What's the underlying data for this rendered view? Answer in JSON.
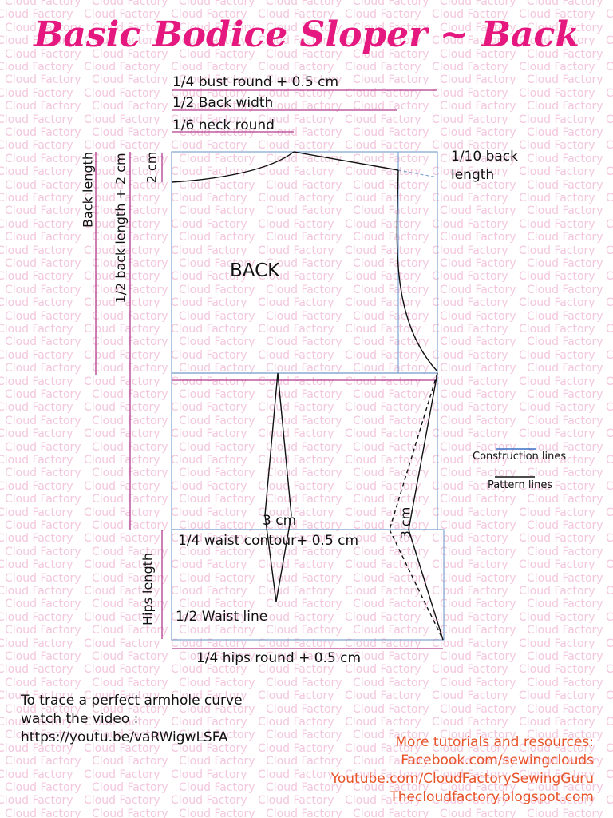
{
  "watermark": "Cloud Factory",
  "title": "Basic Bodice Sloper ~ Back",
  "labels": {
    "bust": "1/4 bust round + 0.5 cm",
    "back_width": "1/2 Back width",
    "neck": "1/6 neck round",
    "back_length_tenth": "1/10 back",
    "back_length_tenth_2": "length",
    "back": "BACK",
    "two_cm": "2 cm",
    "back_length": "Back length",
    "half_back_length": "1/2  back length + 2 cm",
    "dart_3cm_a": "3 cm",
    "dart_3cm_b": "3 cm",
    "waist_contour": "1/4 waist contour+ 0.5 cm",
    "half_waist_line": "1/2 Waist line",
    "hips_length": "Hips length",
    "hips_round": "1/4 hips round + 0.5 cm"
  },
  "legend": {
    "construction": "Construction lines",
    "pattern": "Pattern lines",
    "construction_color": "#3a6fc4",
    "pattern_color": "#111111"
  },
  "colors": {
    "measure": "#b23c8e",
    "construction": "#7fa3cf",
    "pattern": "#111111",
    "title": "#e5187f",
    "links": "#e8542a"
  },
  "note": {
    "line1": "To trace a perfect armhole curve",
    "line2": "watch the video :",
    "url": "https://youtu.be/vaRWigwLSFA"
  },
  "links": {
    "heading": "More tutorials and resources:",
    "facebook": "Facebook.com/sewingclouds",
    "youtube": "Youtube.com/CloudFactorySewingGuru",
    "blog": "Thecloudfactory.blogspot.com"
  }
}
